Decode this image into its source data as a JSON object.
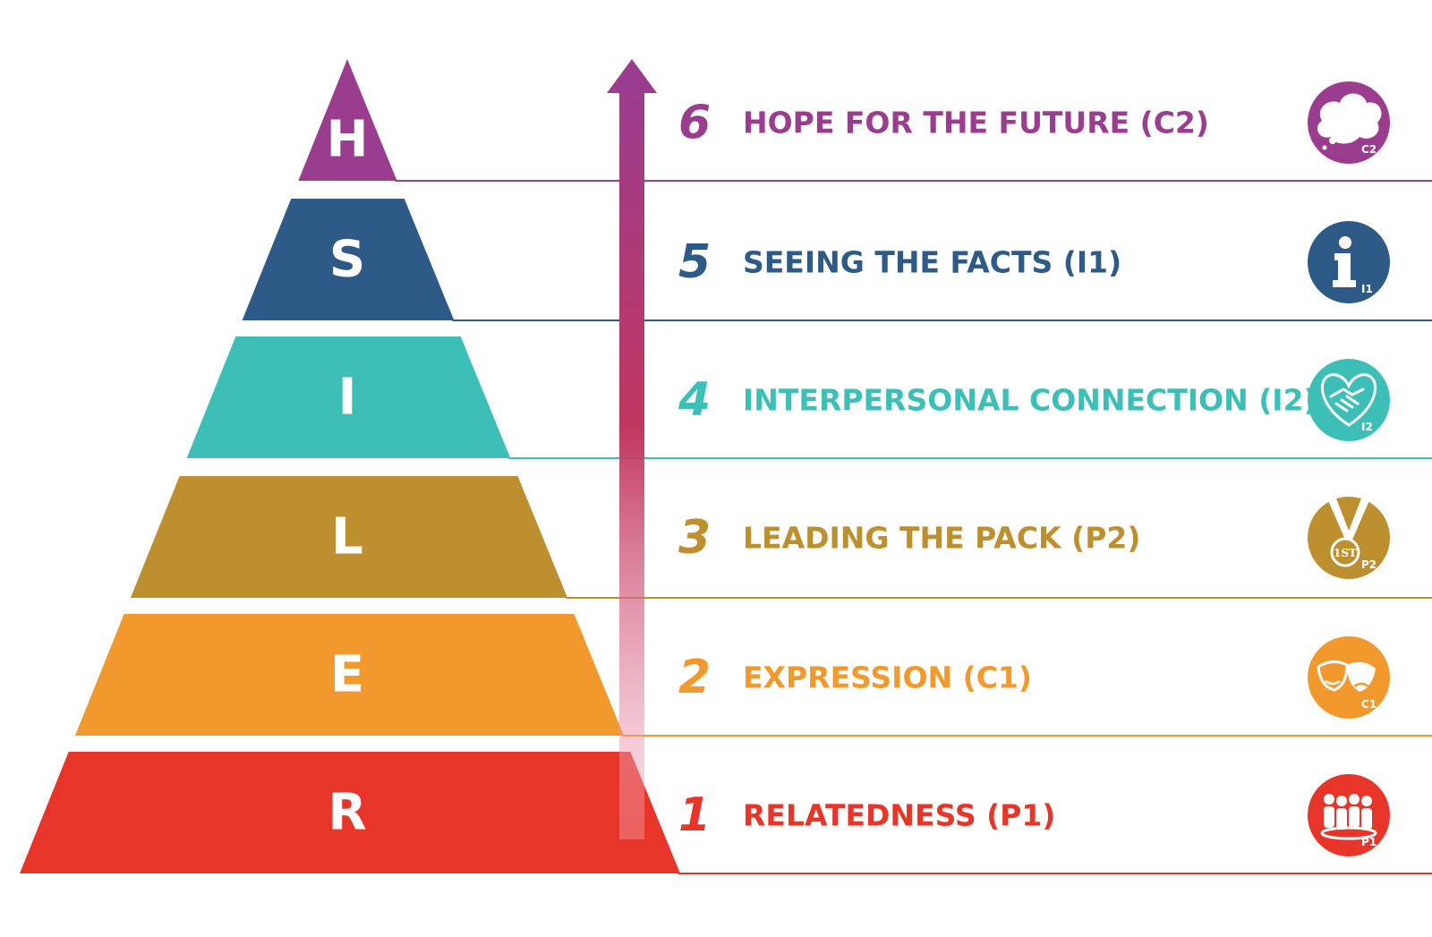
{
  "levels": [
    {
      "rank": "6",
      "letter": "H",
      "label": "HOPE FOR THE FUTURE (C2)",
      "icon": "thought-bubble-icon",
      "badge": "C2",
      "color": "#9b3d8e"
    },
    {
      "rank": "5",
      "letter": "S",
      "label": "SEEING THE FACTS (I1)",
      "icon": "info-icon",
      "badge": "I1",
      "color": "#2d5a87"
    },
    {
      "rank": "4",
      "letter": "I",
      "label": "INTERPERSONAL CONNECTION (I2)",
      "icon": "handshake-heart-icon",
      "badge": "I2",
      "color": "#3dbfb8"
    },
    {
      "rank": "3",
      "letter": "L",
      "label": "LEADING THE PACK (P2)",
      "icon": "medal-icon",
      "badge": "P2",
      "color": "#bd8f2f"
    },
    {
      "rank": "2",
      "letter": "E",
      "label": "EXPRESSION (C1)",
      "icon": "theater-masks-icon",
      "badge": "C1",
      "color": "#f2992e"
    },
    {
      "rank": "1",
      "letter": "R",
      "label": "RELATEDNESS (P1)",
      "icon": "group-people-icon",
      "badge": "P1",
      "color": "#e83529"
    }
  ],
  "medal_text": "1ST",
  "arrow": {
    "top_color": "#9b3d8e",
    "mid_color": "#c0375f",
    "bottom_color": "#f3b3c3"
  }
}
